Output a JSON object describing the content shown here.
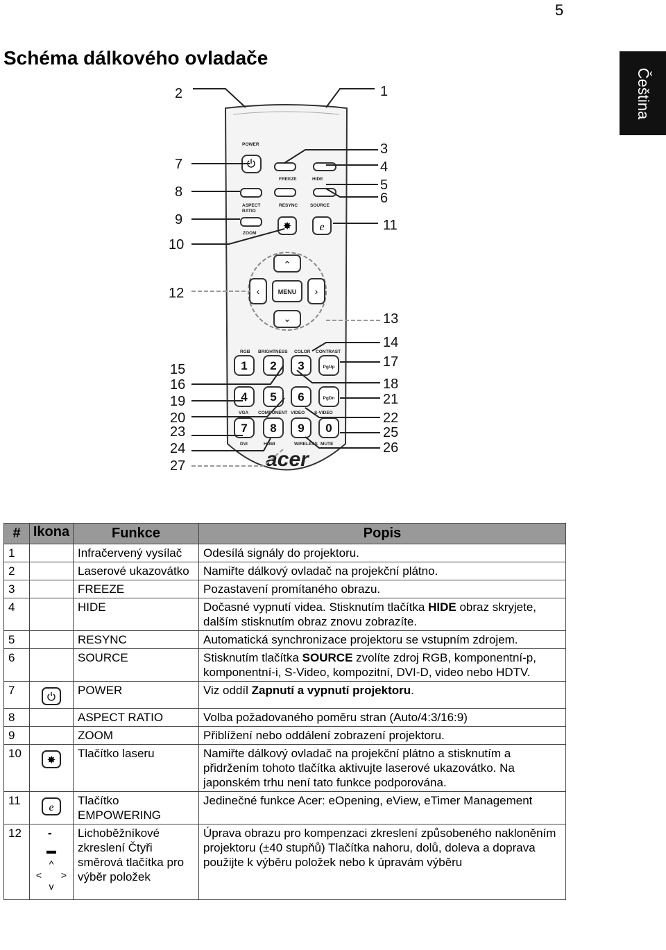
{
  "page_number": "5",
  "title": "Schéma dálkového ovladače",
  "language_tab": "Čeština",
  "diagram": {
    "labels": {
      "power": "POWER",
      "freeze": "FREEZE",
      "hide": "HIDE",
      "aspect": "ASPECT",
      "ratio": "RATIO",
      "resync": "RESYNC",
      "source": "SOURCE",
      "zoom": "ZOOM",
      "menu": "MENU",
      "rgb": "RGB",
      "brightness": "BRIGHTNESS",
      "color": "COLOR",
      "contrast": "CONTRAST",
      "pgup": "PgUp",
      "pgdn": "PgDn",
      "vga": "VGA",
      "component": "COMPONENT",
      "video": "VIDEO",
      "svideo": "S-VIDEO",
      "dvi": "DVI",
      "hdmi": "HDMI",
      "wireless": "WIRELESS",
      "mute": "MUTE",
      "brand": "acer"
    },
    "digits": [
      "1",
      "2",
      "3",
      "4",
      "5",
      "6",
      "7",
      "8",
      "9",
      "0"
    ],
    "callouts": {
      "c1": "1",
      "c2": "2",
      "c3": "3",
      "c4": "4",
      "c5": "5",
      "c6": "6",
      "c7": "7",
      "c8": "8",
      "c9": "9",
      "c10": "10",
      "c11": "11",
      "c12": "12",
      "c13": "13",
      "c14": "14",
      "c15": "15",
      "c16": "16",
      "c17": "17",
      "c18": "18",
      "c19": "19",
      "c20": "20",
      "c21": "21",
      "c22": "22",
      "c23": "23",
      "c24": "24",
      "c25": "25",
      "c26": "26",
      "c27": "27"
    }
  },
  "table": {
    "headers": {
      "num": "#",
      "icon": "Ikona",
      "function": "Funkce",
      "description": "Popis"
    },
    "rows": [
      {
        "num": "1",
        "icon": "",
        "function": "Infračervený vysílač",
        "description": "Odesílá signály do projektoru."
      },
      {
        "num": "2",
        "icon": "",
        "function": "Laserové ukazovátko",
        "description": "Namiřte dálkový ovladač na projekční plátno."
      },
      {
        "num": "3",
        "icon": "",
        "function": "FREEZE",
        "description": "Pozastavení promítaného obrazu."
      },
      {
        "num": "4",
        "icon": "",
        "function": "HIDE",
        "description": "Dočasné vypnutí videa. Stisknutím tlačítka HIDE obraz skryjete, dalším stisknutím obraz znovu zobrazíte."
      },
      {
        "num": "5",
        "icon": "",
        "function": "RESYNC",
        "description": "Automatická synchronizace projektoru se vstupním zdrojem."
      },
      {
        "num": "6",
        "icon": "",
        "function": "SOURCE",
        "description": "Stisknutím tlačítka SOURCE zvolíte zdroj RGB, komponentní-p, komponentní-i, S-Video, kompozitní, DVI-D, video nebo HDTV."
      },
      {
        "num": "7",
        "icon": "power-icon",
        "function": "POWER",
        "description": "Viz oddíl Zapnutí a vypnutí projektoru."
      },
      {
        "num": "8",
        "icon": "",
        "function": "ASPECT RATIO",
        "description": "Volba požadovaného poměru stran (Auto/4:3/16:9)"
      },
      {
        "num": "9",
        "icon": "",
        "function": "ZOOM",
        "description": "Přiblížení nebo oddálení zobrazení projektoru."
      },
      {
        "num": "10",
        "icon": "laser-icon",
        "function": "Tlačítko laseru",
        "description": "Namiřte dálkový ovladač na projekční plátno a stisknutím a přidržením tohoto tlačítka aktivujte laserové ukazovátko. Na japonském trhu není tato funkce podporována."
      },
      {
        "num": "11",
        "icon": "empowering-icon",
        "function": "Tlačítko EMPOWERING",
        "description": "Jedinečné funkce Acer: eOpening, eView, eTimer Management"
      },
      {
        "num": "12",
        "icon": "keystone-arrows-icon",
        "function": "Lichoběžníkové zkreslení Čtyři směrová tlačítka pro výběr položek",
        "description": "Úprava obrazu pro kompenzaci zkreslení způsobeného nakloněním projektoru (±40 stupňů) Tlačítka nahoru, dolů, doleva a doprava použijte k výběru položek nebo k úpravám výběru"
      }
    ]
  }
}
